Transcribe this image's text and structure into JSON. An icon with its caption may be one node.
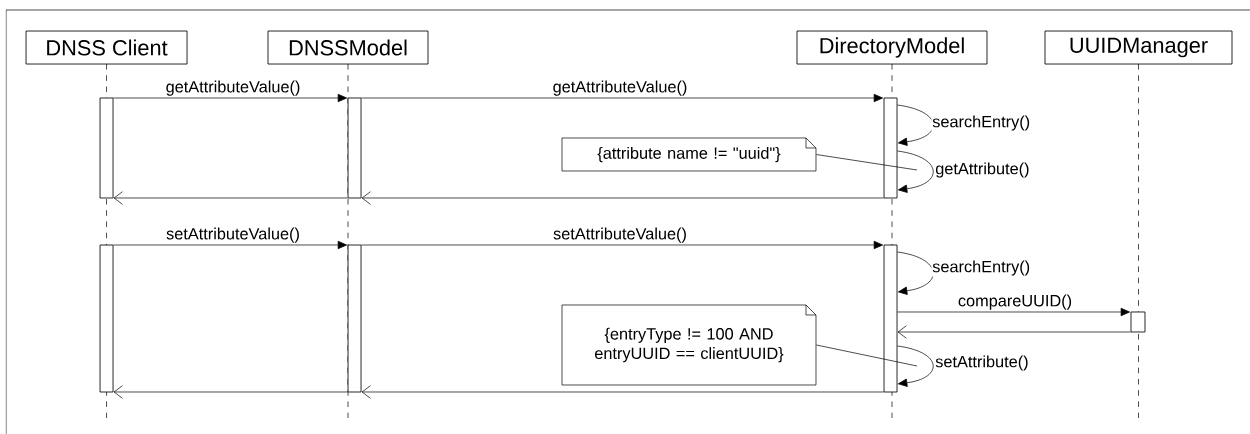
{
  "diagram": {
    "nodes": [
      {
        "text": [
          "DNSS Client"
        ]
      },
      {
        "text": [
          "DNSSModel"
        ]
      },
      {
        "text": [
          "DirectoryModel"
        ]
      },
      {
        "text": [
          "UUIDManager"
        ]
      },
      {
        "text": [],
        "shape": "bar"
      },
      {
        "text": [],
        "shape": "bar"
      },
      {
        "text": [],
        "shape": "bar"
      },
      {
        "text": [],
        "shape": "bar"
      },
      {
        "text": [],
        "shape": "bar"
      },
      {
        "text": [],
        "shape": "bar"
      },
      {
        "text": [],
        "shape": "bar"
      },
      {
        "text": [
          "{attribute name != \"uuid\"}"
        ]
      },
      {
        "text": [
          "{entryType != 100 AND entryUUID == clientUUID}"
        ]
      }
    ],
    "edges": [
      {
        "from": 4,
        "to": 5,
        "arrow": "to",
        "label": "getAttributeValue()"
      },
      {
        "from": 5,
        "to": 6,
        "arrow": "to",
        "label": "getAttributeValue()"
      },
      {
        "from": 6,
        "to": 6,
        "arrow": "to",
        "label": "searchEntry()"
      },
      {
        "from": 6,
        "to": 6,
        "arrow": "to",
        "label": "getAttribute()"
      },
      {
        "from": 6,
        "to": 5,
        "arrow": "to"
      },
      {
        "from": 5,
        "to": 4,
        "arrow": "to"
      },
      {
        "from": 7,
        "to": 8,
        "arrow": "to",
        "label": "setAttributeValue()"
      },
      {
        "from": 8,
        "to": 9,
        "arrow": "to",
        "label": "setAttributeValue()"
      },
      {
        "from": 9,
        "to": 9,
        "arrow": "to",
        "label": "searchEntry()"
      },
      {
        "from": 9,
        "to": 10,
        "arrow": "to",
        "label": "compareUUID()"
      },
      {
        "from": 10,
        "to": 9,
        "arrow": "to"
      },
      {
        "from": 9,
        "to": 9,
        "arrow": "to",
        "label": "setAttribute()"
      },
      {
        "from": 9,
        "to": 8,
        "arrow": "to"
      },
      {
        "from": 8,
        "to": 7,
        "arrow": "to"
      },
      {
        "from": 11,
        "to": null,
        "arrow": "none"
      },
      {
        "from": 12,
        "to": null,
        "arrow": "none"
      }
    ]
  }
}
